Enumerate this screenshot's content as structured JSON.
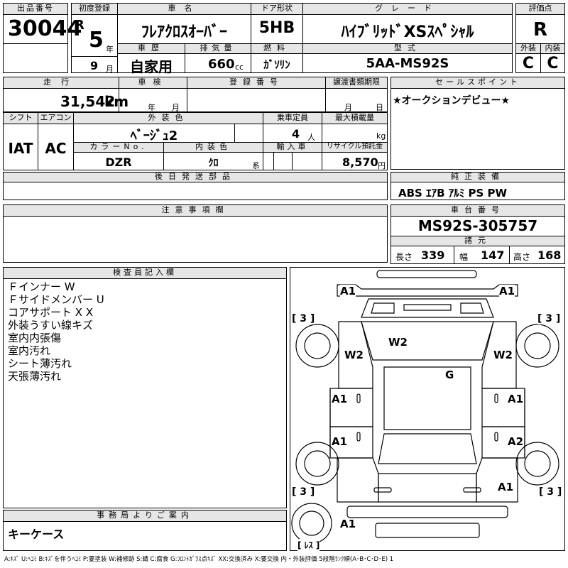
{
  "header": {
    "lot_label": "出品番号",
    "lot_number": "30044",
    "first_reg_label": "初度登録",
    "era": "R",
    "year": "5",
    "year_unit": "年",
    "month": "9",
    "month_unit": "月",
    "car_name_label": "車名",
    "car_name": "ﾌﾚｱｸﾛｽｵｰﾊﾞｰ",
    "door_label": "ドア形状",
    "door": "5HB",
    "grade_label": "グレード",
    "grade": "ﾊｲﾌﾞﾘｯﾄﾞXSｽﾍﾟｼｬﾙ",
    "score_label": "評価点",
    "score": "R",
    "history_label": "車歴",
    "history": "自家用",
    "displacement_label": "排気量",
    "displacement": "660",
    "displacement_unit": "cc",
    "fuel_label": "燃料",
    "fuel": "ｶﾞｿﾘﾝ",
    "model_label": "型式",
    "model": "5AA-MS92S",
    "exterior_label": "外装",
    "exterior_grade": "C",
    "interior_label": "内装",
    "interior_grade": "C"
  },
  "row2": {
    "mileage_label": "走行",
    "mileage": "31,542",
    "mileage_unit": "km",
    "inspection_label": "車検",
    "insp_year_unit": "年",
    "insp_month_unit": "月",
    "reg_no_label": "登録番号",
    "transfer_label": "譲渡書類期限",
    "transfer_month_unit": "月",
    "transfer_day_unit": "日",
    "sales_point_label": "セールスポイント",
    "sales_point": "★オークションデビュー★"
  },
  "row3": {
    "shift_label": "シフト",
    "shift": "IAT",
    "ac_label": "エアコン",
    "ac": "AC",
    "ext_color_label": "外装色",
    "ext_color": "ﾍﾞｰｼﾞｭ2",
    "capacity_label": "乗車定員",
    "capacity": "4",
    "capacity_unit": "人",
    "max_load_label": "最大積載量",
    "max_load_unit": "kg",
    "color_no_label": "カラーNo.",
    "color_no": "DZR",
    "int_color_label": "内装色",
    "int_color": "ｸﾛ",
    "int_color_unit": "系",
    "import_label": "輸入車",
    "recycle_label": "リサイクル預託金",
    "recycle": "8,570",
    "recycle_unit": "円",
    "later_parts_label": "後日発送部品",
    "equipment_label": "純正装備",
    "equipment": "ABS ｴｱB ｱﾙﾐ PS PW",
    "notes_label": "注意事項欄",
    "chassis_label": "車台番号",
    "chassis": "MS92S-305757",
    "specs_label": "諸元",
    "length_label": "長さ",
    "length": "339",
    "width_label": "幅",
    "width": "147",
    "height_label": "高さ",
    "height": "168"
  },
  "inspector": {
    "label": "検査員記入欄",
    "lines": [
      "Ｆインナー W",
      "Ｆサイドメンバー U",
      "コアサポート X X",
      "外装うすい線キズ",
      "室内内張傷",
      "室内汚れ",
      "シート薄汚れ",
      "天張薄汚れ"
    ]
  },
  "office": {
    "label": "事務局よりご案内",
    "text": "キーケース"
  },
  "diagram": {
    "marks": {
      "a1_tl": "A1",
      "a1_tr": "A1",
      "b3_tl": "[ 3 ]",
      "b3_tr": "[ 3 ]",
      "w2_top": "W2",
      "w2_left": "W2",
      "w2_right": "W2",
      "g": "G",
      "a1_ml": "A1",
      "a1_mr": "A1",
      "a1_ll": "A1",
      "a2_lr": "A2",
      "b3_bl": "[ 3 ]",
      "b3_br": "[ 3 ]",
      "a1_rear_r": "A1",
      "a1_rear_l": "A1",
      "less": "[ ﾚｽ ]"
    }
  },
  "legend": "A:ｷｽﾞ U:ﾍｺﾐ B:ｷｽﾞを伴うﾍｺﾐ P:要塗装 W:補修跡 S:錆 C:腐食 G:ﾌﾛﾝﾄｶﾞﾗｽ点ｷｽﾞ XX:交換済み X:要交換 内・外装評価 5段階ﾗﾝｸ順(A･B･C･D･E) 1"
}
